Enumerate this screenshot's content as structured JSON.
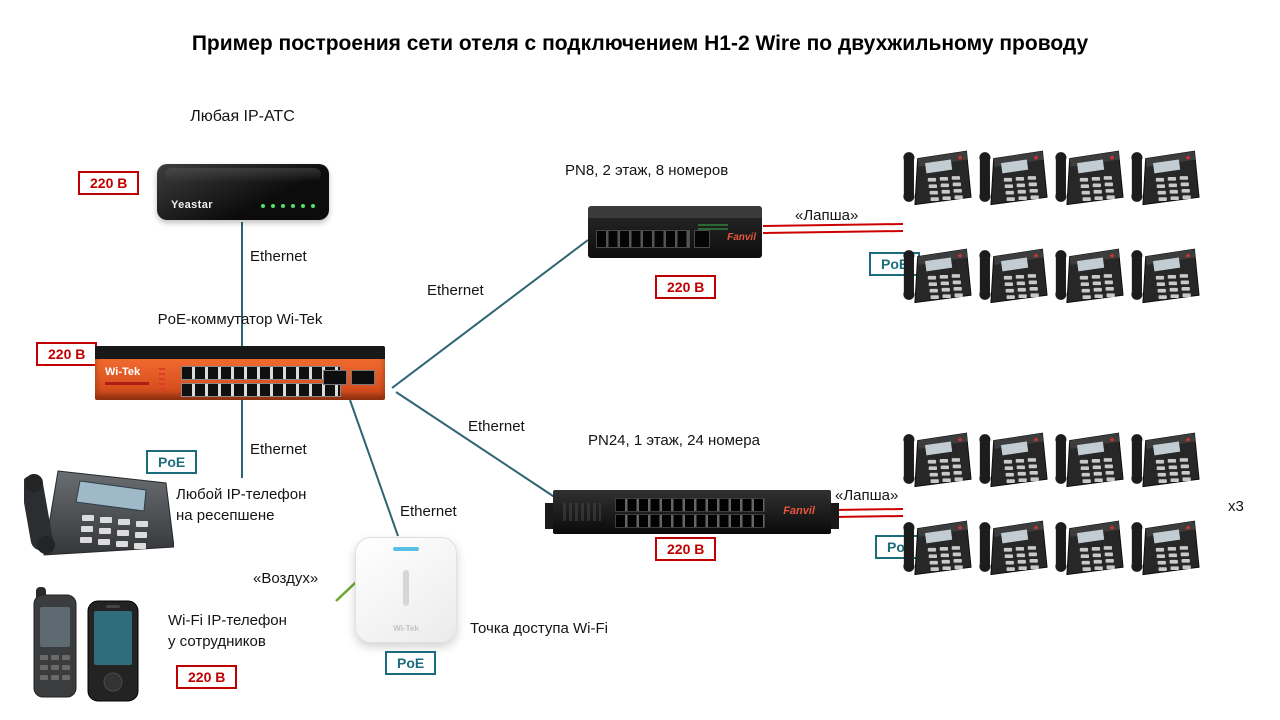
{
  "title": "Пример построения сети отеля с подключением H1-2 Wire по двухжильному проводу",
  "labels": {
    "ethernet": "Ethernet",
    "lapsha": "«Лапша»",
    "vozduh": "«Воздух»",
    "poe": "PoE",
    "power": "220 В",
    "x3": "x3"
  },
  "devices": {
    "pbx": {
      "label": "Любая IP-АТС",
      "brand": "Yeastar"
    },
    "switch": {
      "label": "PoE-коммутатор Wi-Tek",
      "brand": "Wi-Tek"
    },
    "pn8": {
      "label": "PN8, 2 этаж, 8 номеров",
      "brand": "Fanvil"
    },
    "pn24": {
      "label": "PN24, 1 этаж, 24 номера",
      "brand": "Fanvil"
    },
    "reception_phone": {
      "label_line1": "Любой IP-телефон",
      "label_line2": "на ресепшене"
    },
    "wifi_phone": {
      "label_line1": "Wi-Fi IP-телефон",
      "label_line2": "у сотрудников"
    },
    "ap": {
      "label": "Точка доступа Wi-Fi",
      "brand": "Wi-Tek"
    }
  },
  "colors": {
    "wire": "#2e6474",
    "lapsha_wire": "#cc0000",
    "vozduh_wire": "#6aa72f",
    "power_badge": "#c00000",
    "poe_badge": "#1b6d7e",
    "switch_orange": "#e8561f"
  }
}
